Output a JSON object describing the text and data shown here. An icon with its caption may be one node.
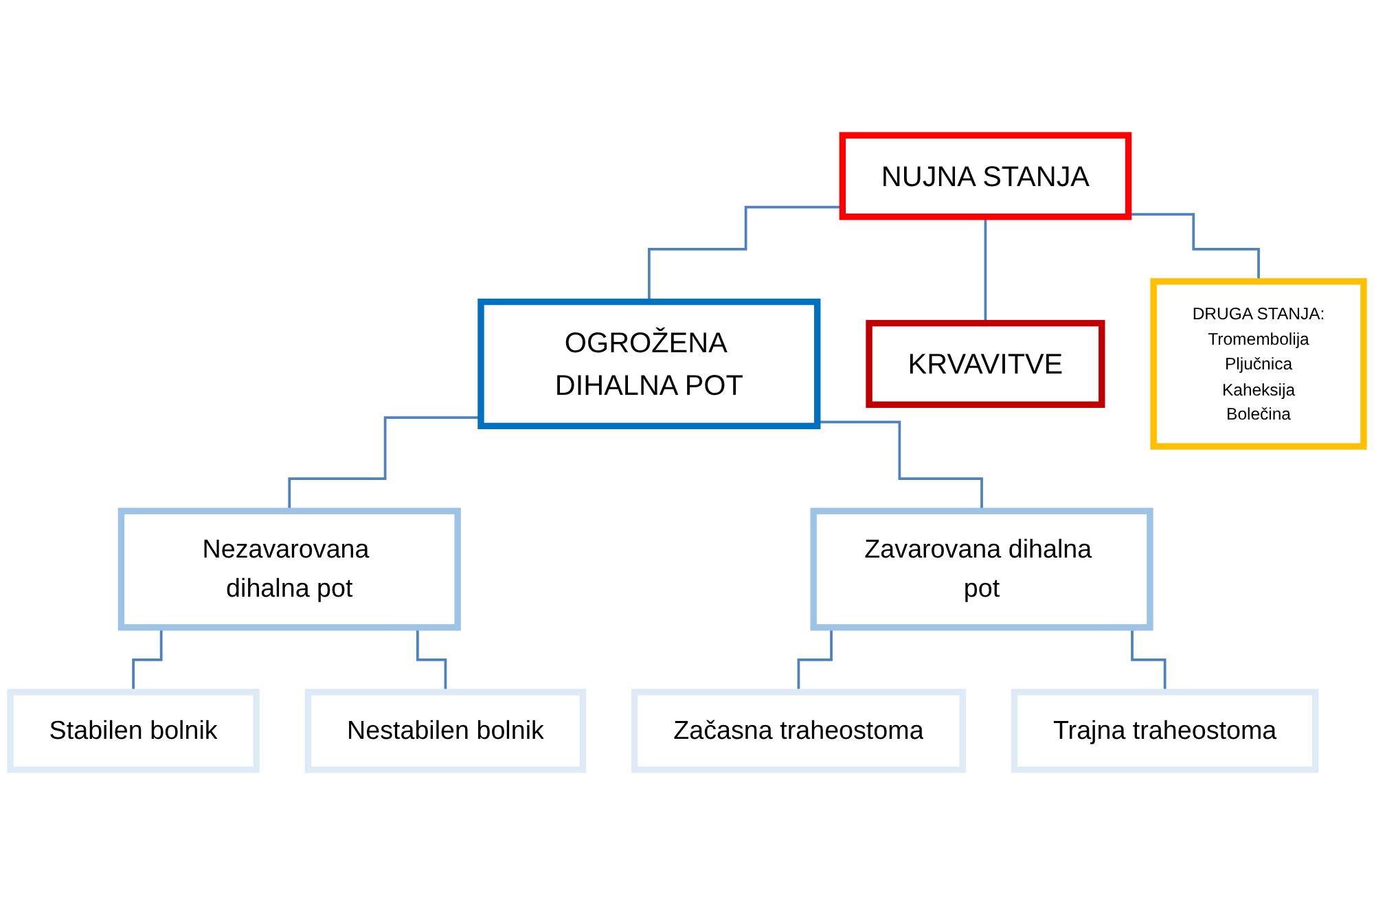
{
  "diagram": {
    "nodes": [
      {
        "text": [
          "NUJNA STANJA"
        ]
      },
      {
        "text": [
          "OGROŽENA DIHALNA POT"
        ]
      },
      {
        "text": [
          "KRVAVITVE"
        ]
      },
      {
        "text": [
          "DRUGA STANJA:",
          "Tromembolija",
          "Pljučnica",
          "Kaheksija",
          "Bolečina"
        ]
      },
      {
        "text": [
          "Nezavarovana dihalna pot"
        ]
      },
      {
        "text": [
          "Zavarovana dihalna pot"
        ]
      },
      {
        "text": [
          "Stabilen bolnik"
        ]
      },
      {
        "text": [
          "Nestabilen bolnik"
        ]
      },
      {
        "text": [
          "Začasna traheostoma"
        ]
      },
      {
        "text": [
          "Trajna traheostoma"
        ]
      }
    ],
    "edges": [
      {
        "from": 0,
        "to": 1,
        "arrow": "none"
      },
      {
        "from": 0,
        "to": 2,
        "arrow": "none"
      },
      {
        "from": 0,
        "to": 3,
        "arrow": "none"
      },
      {
        "from": 1,
        "to": 4,
        "arrow": "none"
      },
      {
        "from": 1,
        "to": 5,
        "arrow": "none"
      },
      {
        "from": 4,
        "to": 6,
        "arrow": "none"
      },
      {
        "from": 4,
        "to": 7,
        "arrow": "none"
      },
      {
        "from": 5,
        "to": 8,
        "arrow": "none"
      },
      {
        "from": 5,
        "to": 9,
        "arrow": "none"
      }
    ]
  }
}
